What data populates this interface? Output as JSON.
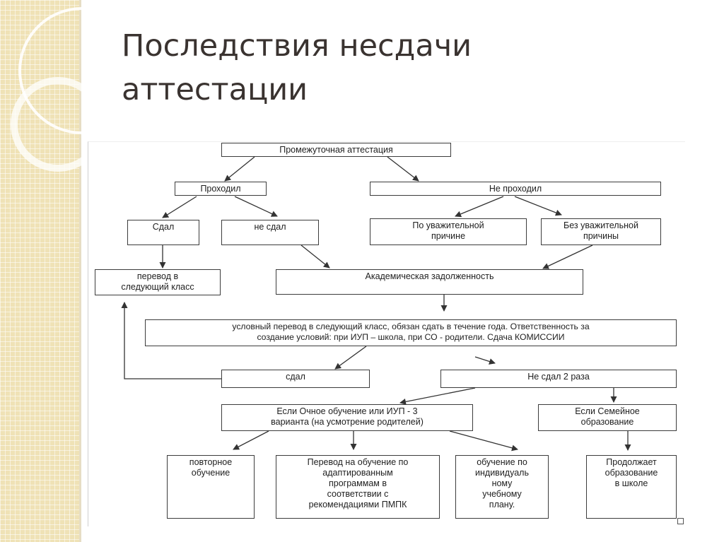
{
  "slide": {
    "title_lines": [
      "Последствия несдачи",
      "аттестации"
    ]
  },
  "diagram": {
    "nodes": {
      "interim": "Промежуточная аттестация",
      "passed": "Проходил",
      "not_passed": "Не проходил",
      "took": "Сдал",
      "not_took": "не сдал",
      "valid_reason": [
        "По уважительной",
        "причине"
      ],
      "no_valid_reason": [
        "Без уважительной",
        "причины"
      ],
      "transfer": [
        "перевод в",
        "следующий класс"
      ],
      "debt": "Академическая задолженность",
      "conditional": [
        "условный перевод в следующий класс, обязан сдать в течение года. Ответственность за",
        "создание условий: при ИУП – школа, при СО  - родители. Сдача КОМИССИИ"
      ],
      "passed_again": "сдал",
      "failed_twice": "Не сдал 2 раза",
      "fulltime": [
        "Если Очное обучение или ИУП - 3",
        "варианта (на усмотрение родителей)"
      ],
      "family": [
        "Если Семейное",
        "образование"
      ],
      "repeat": [
        "повторное",
        "обучение"
      ],
      "adapted": [
        "Перевод на обучение по",
        "адаптированным",
        "программам в",
        "соответствии с",
        "рекомендациями ПМПК"
      ],
      "individual": [
        "обучение по",
        "индивидуаль",
        "ному",
        "учебному",
        "плану."
      ],
      "continue_school": [
        "Продолжает",
        "образование",
        "в школе"
      ]
    }
  }
}
